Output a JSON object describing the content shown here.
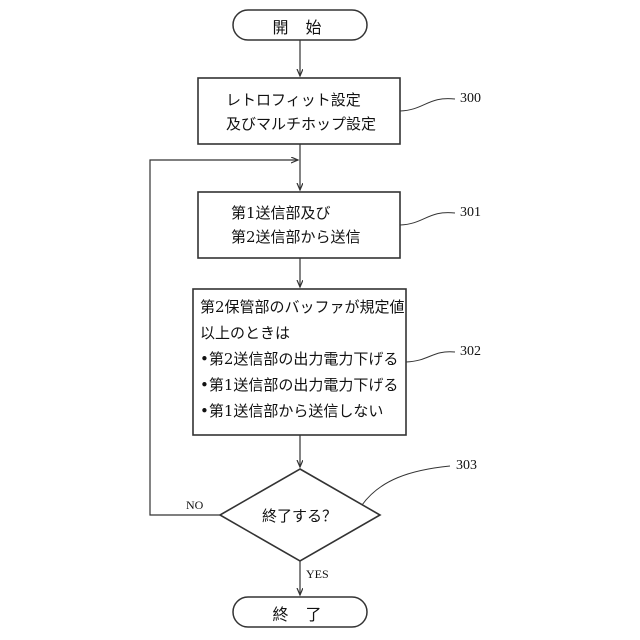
{
  "start": {
    "label": "開 始"
  },
  "steps": [
    {
      "ref": "300",
      "lines": [
        "レトロフィット設定",
        "及びマルチホップ設定"
      ]
    },
    {
      "ref": "301",
      "lines": [
        "第1送信部及び",
        "第2送信部から送信"
      ]
    },
    {
      "ref": "302",
      "lines": [
        "第2保管部のバッファが規定値",
        "以上のときは",
        "•第2送信部の出力電力下げる",
        "•第1送信部の出力電力下げる",
        "•第1送信部から送信しない"
      ]
    }
  ],
  "decision": {
    "ref": "303",
    "label": "終了する？",
    "no_label": "NO",
    "yes_label": "YES"
  },
  "end": {
    "label": "終 了"
  },
  "colors": {
    "line": "#333333",
    "text": "#111111",
    "background": "#ffffff"
  }
}
